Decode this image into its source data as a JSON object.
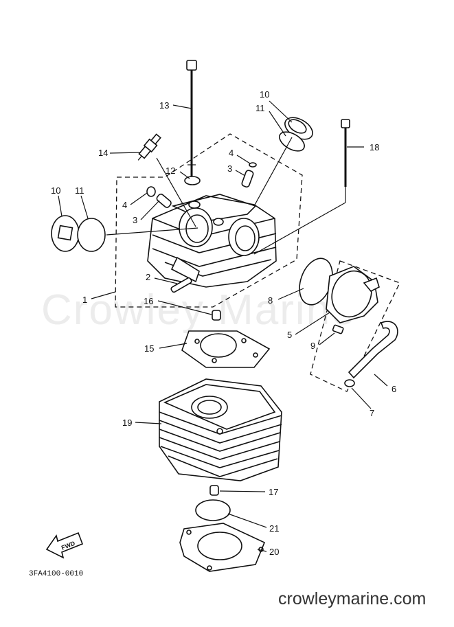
{
  "watermark": "Crowley Marine",
  "site": "crowleymarine.com",
  "diagram_code": "3FA4100-0010",
  "fwd_label": "FWD",
  "callouts": {
    "c1": "1",
    "c2": "2",
    "c3a": "3",
    "c3b": "3",
    "c4a": "4",
    "c4b": "4",
    "c5": "5",
    "c6": "6",
    "c7": "7",
    "c8": "8",
    "c9": "9",
    "c10a": "10",
    "c10b": "10",
    "c11a": "11",
    "c11b": "11",
    "c12": "12",
    "c13": "13",
    "c14": "14",
    "c15": "15",
    "c16": "16",
    "c17": "17",
    "c18": "18",
    "c19": "19",
    "c20": "20",
    "c21": "21"
  }
}
